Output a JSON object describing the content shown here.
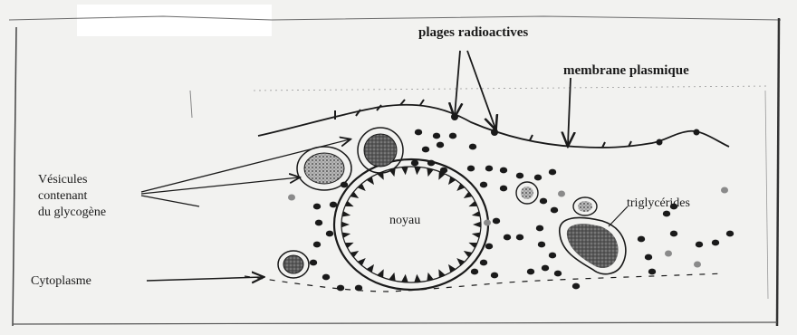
{
  "labels": {
    "plages": "plages radioactives",
    "membrane": "membrane plasmique",
    "vesicules_l1": "Vésicules",
    "vesicules_l2": "contenant",
    "vesicules_l3": "du glycogène",
    "noyau": "noyau",
    "triglycerides": "triglycérides",
    "cytoplasme": "Cytoplasme"
  },
  "colors": {
    "ink": "#1a1a1a",
    "paper": "#f2f2f0",
    "vesicle_fill": "#7a7a7a"
  }
}
